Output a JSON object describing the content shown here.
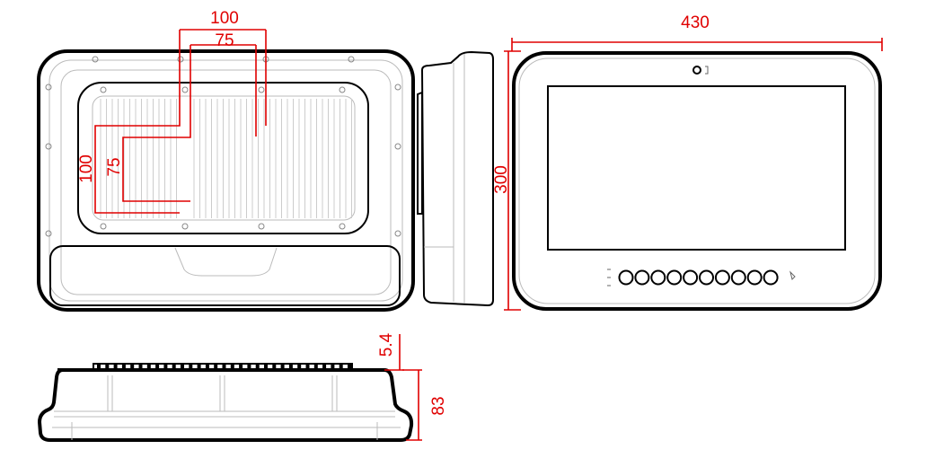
{
  "drawing": {
    "colors": {
      "outline": "#000000",
      "dimension": "#e00000",
      "detail": "#bbbbbb"
    },
    "back_view": {
      "vesa_outer_width": "100",
      "vesa_inner_width": "75",
      "vesa_outer_height": "100",
      "vesa_inner_height": "75"
    },
    "front_view": {
      "width": "430",
      "height": "300",
      "button_count": 10
    },
    "bottom_view": {
      "protrusion": "5.4",
      "depth": "83"
    }
  }
}
